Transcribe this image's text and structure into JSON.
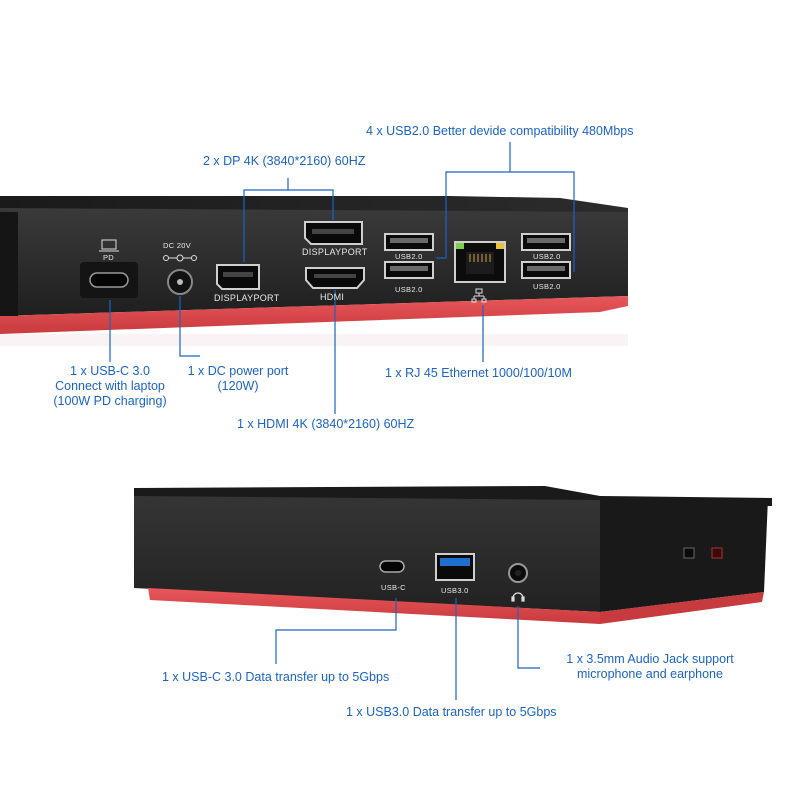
{
  "colors": {
    "annotation_text": "#1b63c4",
    "leader_line": "#1b63c4",
    "dock_body": "#2b2b2b",
    "dock_stripe": "#e0474a",
    "ethernet_led_green": "#7bd14a",
    "ethernet_led_yellow": "#e8c23a"
  },
  "rear_view": {
    "port_labels": {
      "displayport_upper": "DISPLAYPORT",
      "displayport_lower": "DISPLAYPORT",
      "hdmi": "HDMI",
      "usb_left_top": "USB2.0",
      "usb_left_bottom": "USB2.0",
      "usb_right_top": "USB2.0",
      "usb_right_bottom": "USB2.0",
      "pd": "PD",
      "dc": "DC 20V"
    },
    "annotations": {
      "dp": "2 x DP 4K (3840*2160) 60HZ",
      "usb2": "4 x USB2.0 Better devide compatibility 480Mbps",
      "usbc_line1": "1 x USB-C 3.0",
      "usbc_line2": "Connect with laptop",
      "usbc_line3": "(100W PD charging)",
      "dc_line1": "1 x DC power port",
      "dc_line2": "(120W)",
      "rj45": "1 x RJ 45 Ethernet 1000/100/10M",
      "hdmi": "1 x HDMI 4K (3840*2160) 60HZ"
    }
  },
  "front_view": {
    "port_labels": {
      "usbc": "USB-C",
      "usb3": "USB3.0"
    },
    "annotations": {
      "usbc": "1 x USB-C 3.0 Data transfer up to 5Gbps",
      "usb3": "1 x USB3.0 Data transfer up to 5Gbps",
      "audio_line1": "1 x 3.5mm Audio Jack support",
      "audio_line2": "microphone and earphone"
    }
  }
}
